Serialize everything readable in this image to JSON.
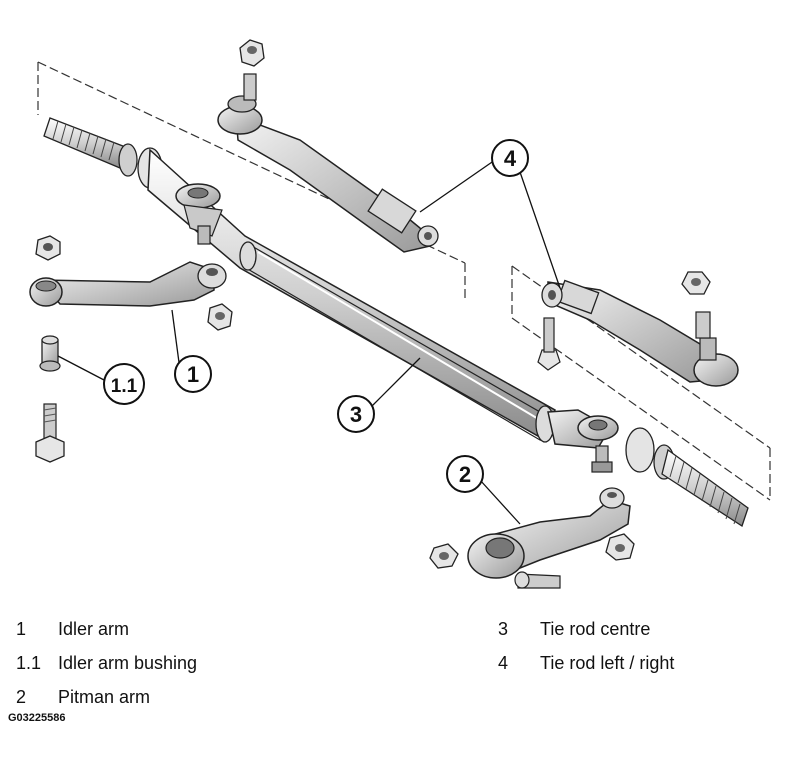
{
  "callouts": {
    "c1": "1",
    "c1_1": "1.1",
    "c2": "2",
    "c3": "3",
    "c4": "4"
  },
  "legend": [
    {
      "num": "1",
      "label": "Idler arm"
    },
    {
      "num": "1.1",
      "label": "Idler arm bushing"
    },
    {
      "num": "2",
      "label": "Pitman arm"
    },
    {
      "num": "3",
      "label": "Tie rod centre"
    },
    {
      "num": "4",
      "label": "Tie rod left / right"
    }
  ],
  "figure_code": "G03225586"
}
